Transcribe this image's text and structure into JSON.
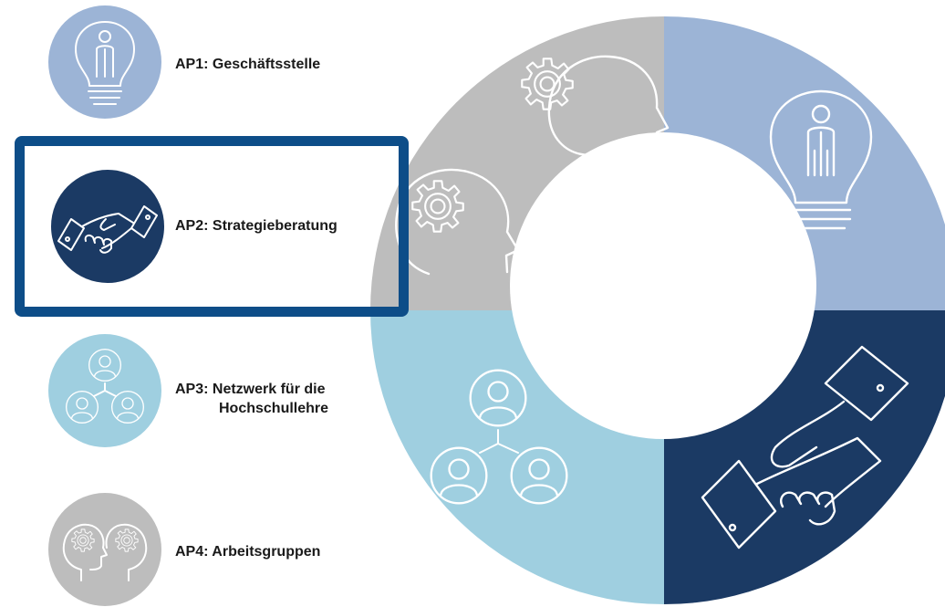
{
  "legend": {
    "items": [
      {
        "id": "ap1",
        "label": "AP1: Geschäftsstelle",
        "color": "#9cb4d6",
        "icon": "lightbulb-person-icon"
      },
      {
        "id": "ap2",
        "label": "AP2: Strategieberatung",
        "color": "#1b3a64",
        "icon": "handshake-icon",
        "highlighted": true
      },
      {
        "id": "ap3",
        "label_line1": "AP3: Netzwerk für die",
        "label_line2": "Hochschullehre",
        "color": "#9fcfe0",
        "icon": "network-people-icon"
      },
      {
        "id": "ap4",
        "label": "AP4: Arbeitsgruppen",
        "color": "#bdbdbd",
        "icon": "heads-gears-icon"
      }
    ],
    "highlight_color": "#0d4d88"
  },
  "ring": {
    "segments": [
      {
        "id": "ap1",
        "color": "#9cb4d6",
        "icon": "lightbulb-person-icon"
      },
      {
        "id": "ap2",
        "color": "#1b3a64",
        "icon": "handshake-icon"
      },
      {
        "id": "ap3",
        "color": "#9fcfe0",
        "icon": "network-people-icon"
      },
      {
        "id": "ap4",
        "color": "#bdbdbd",
        "icon": "heads-gears-icon"
      }
    ]
  }
}
